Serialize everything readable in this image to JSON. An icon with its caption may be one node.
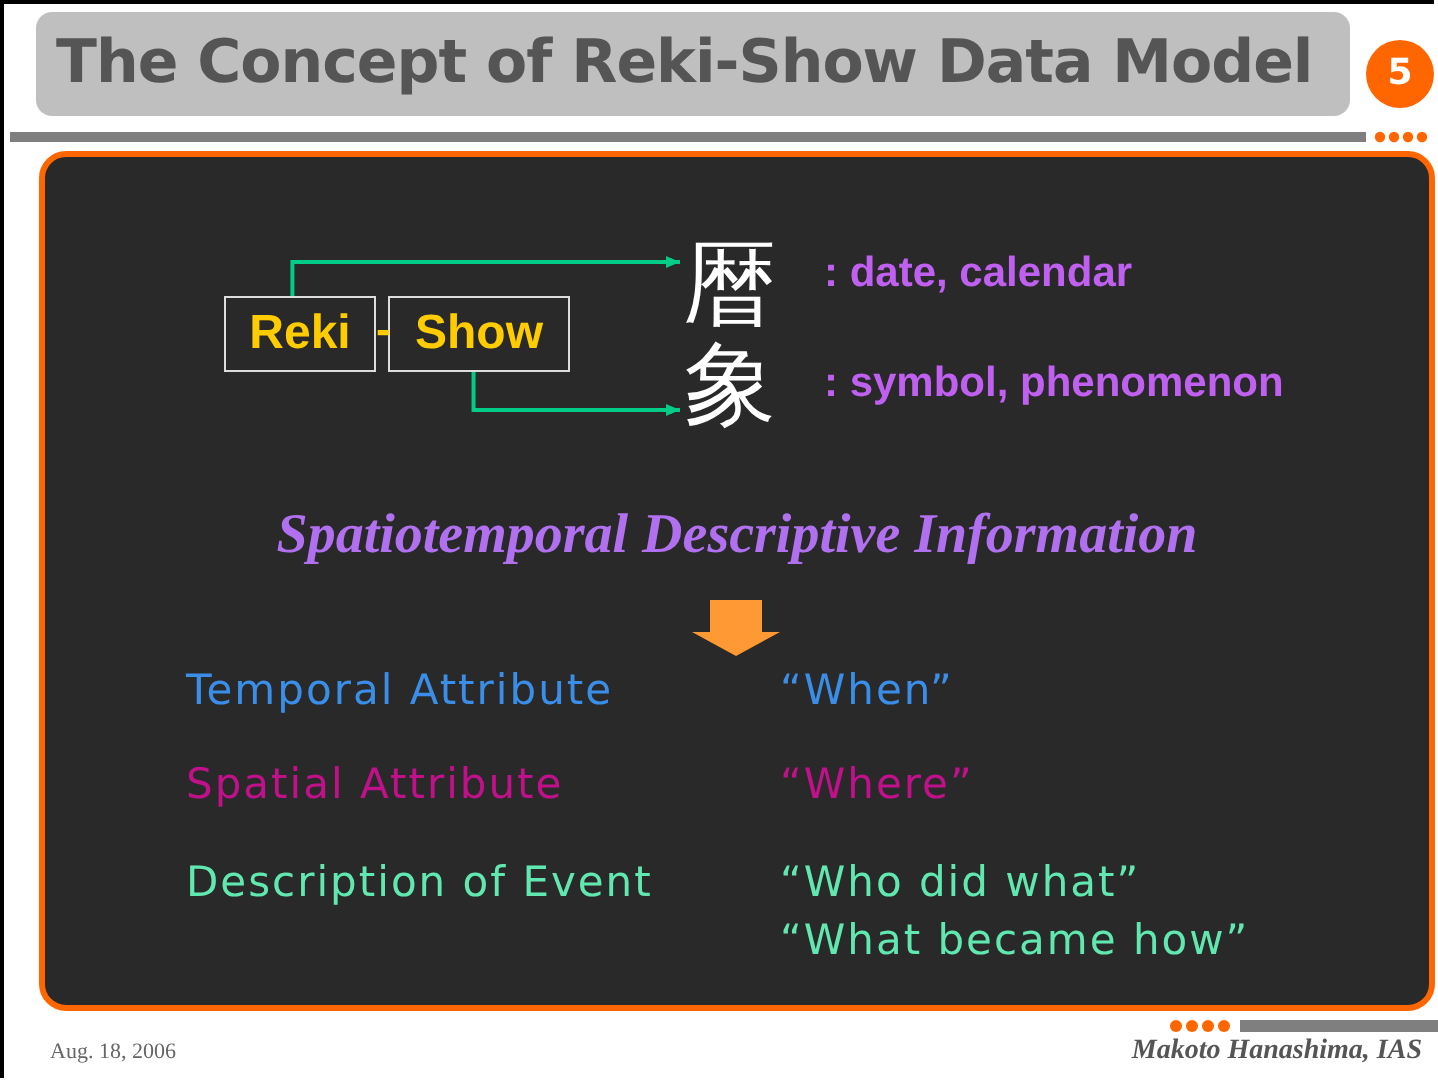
{
  "diagram": {
    "title": "The Concept of Reki-Show Data Model",
    "nodes": [
      {
        "text": [
          "Reki"
        ]
      },
      {
        "text": [
          "Show"
        ]
      },
      {
        "text": [
          "暦"
        ],
        "beside": [
          ": date, calendar"
        ]
      },
      {
        "text": [
          "象"
        ],
        "beside": [
          ": symbol, phenomenon"
        ]
      }
    ],
    "edges": [
      {
        "from": 0,
        "to": 2,
        "arrow": "to"
      },
      {
        "from": 1,
        "to": 3,
        "arrow": "to"
      }
    ],
    "labels": [
      "5",
      "-",
      "Spatiotemporal Descriptive Information",
      "Temporal Attribute",
      "“When”",
      "Spatial Attribute",
      "“Where”",
      "Description of Event",
      "“Who did what”",
      "“What became how”",
      "Aug. 18, 2006",
      "Makoto Hanashima, IAS"
    ]
  }
}
